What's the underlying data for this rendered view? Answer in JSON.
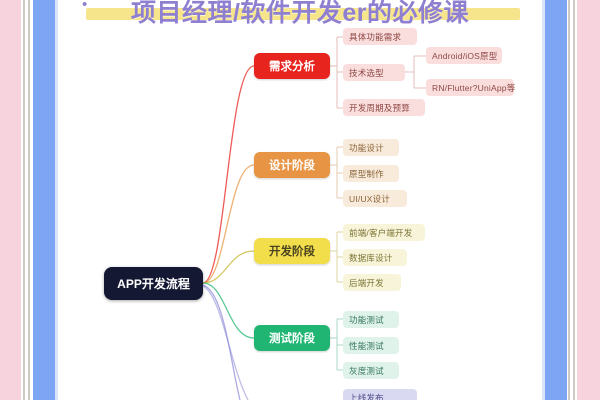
{
  "title": {
    "bullet": "•",
    "text": "项目经理/软件开发er的必修课"
  },
  "mindmap": {
    "root": {
      "label": "APP开发流程",
      "color": "#141833"
    },
    "branches": [
      {
        "label": "需求分析",
        "color": "#e8241f",
        "children": [
          {
            "label": "具体功能需求"
          },
          {
            "label": "技术选型",
            "children": [
              {
                "label": "Android/iOS原型"
              },
              {
                "label": "RN/Flutter?UniApp等"
              }
            ]
          },
          {
            "label": "开发周期及预算"
          }
        ]
      },
      {
        "label": "设计阶段",
        "color": "#e79544",
        "children": [
          {
            "label": "功能设计"
          },
          {
            "label": "原型制作"
          },
          {
            "label": "UI/UX设计"
          }
        ]
      },
      {
        "label": "开发阶段",
        "color": "#f2dd4b",
        "children": [
          {
            "label": "前端/客户端开发"
          },
          {
            "label": "数据库设计"
          },
          {
            "label": "后端开发"
          }
        ]
      },
      {
        "label": "测试阶段",
        "color": "#21b573",
        "children": [
          {
            "label": "功能测试"
          },
          {
            "label": "性能测试"
          },
          {
            "label": "灰度测试"
          }
        ]
      },
      {
        "label": "",
        "color": "#8a86d6",
        "children": [
          {
            "label": "上线发布"
          }
        ]
      }
    ]
  },
  "frame": {
    "outer_color": "#f7d3dd",
    "inner_color": "#7ea4f4",
    "canvas_color": "#ffffff",
    "title_color": "#8f7fd0",
    "highlight_color": "#f6e58a"
  }
}
